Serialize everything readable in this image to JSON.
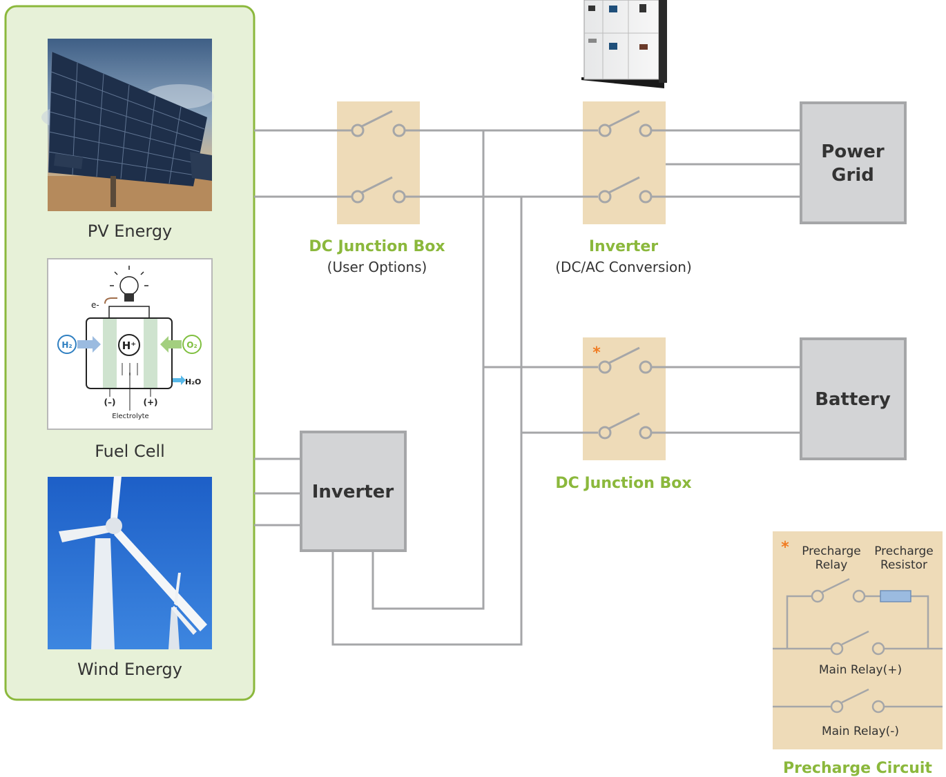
{
  "sources": {
    "pv_label": "PV Energy",
    "fuel_cell_label": "Fuel Cell",
    "wind_label": "Wind Energy"
  },
  "fuel_cell_diagram": {
    "electron": "e-",
    "h2": "H₂",
    "o2": "O₂",
    "h_plus": "H⁺",
    "h2o": "H₂O",
    "minus": "(–)",
    "plus": "(+)",
    "electrolyte": "Electrolyte"
  },
  "dc_junction_box_top": {
    "title": "DC Junction Box",
    "subtitle": "(User Options)"
  },
  "inverter_top": {
    "title": "Inverter",
    "subtitle": "(DC/AC Conversion)"
  },
  "power_grid": {
    "line1": "Power",
    "line2": "Grid"
  },
  "battery": {
    "label": "Battery"
  },
  "dc_junction_box_bottom": {
    "title": "DC Junction Box",
    "marker": "*"
  },
  "inverter_lower": {
    "label": "Inverter"
  },
  "precharge": {
    "marker": "*",
    "relay_line1": "Precharge",
    "relay_line2": "Relay",
    "resistor_line1": "Precharge",
    "resistor_line2": "Resistor",
    "main_relay_plus": "Main Relay(+)",
    "main_relay_minus": "Main Relay(-)",
    "title": "Precharge Circuit"
  },
  "colors": {
    "accent_green": "#8bb83c",
    "panel_green_bg": "#e7f1d8",
    "panel_green_border": "#8bb83c",
    "junction_fill": "#eedbb8",
    "box_fill": "#d3d4d6",
    "box_border": "#a5a6a8",
    "wire": "#a5a6a8",
    "asterisk_orange": "#f07b22",
    "resistor_blue": "#9bbbe0",
    "text_dark": "#333333"
  }
}
